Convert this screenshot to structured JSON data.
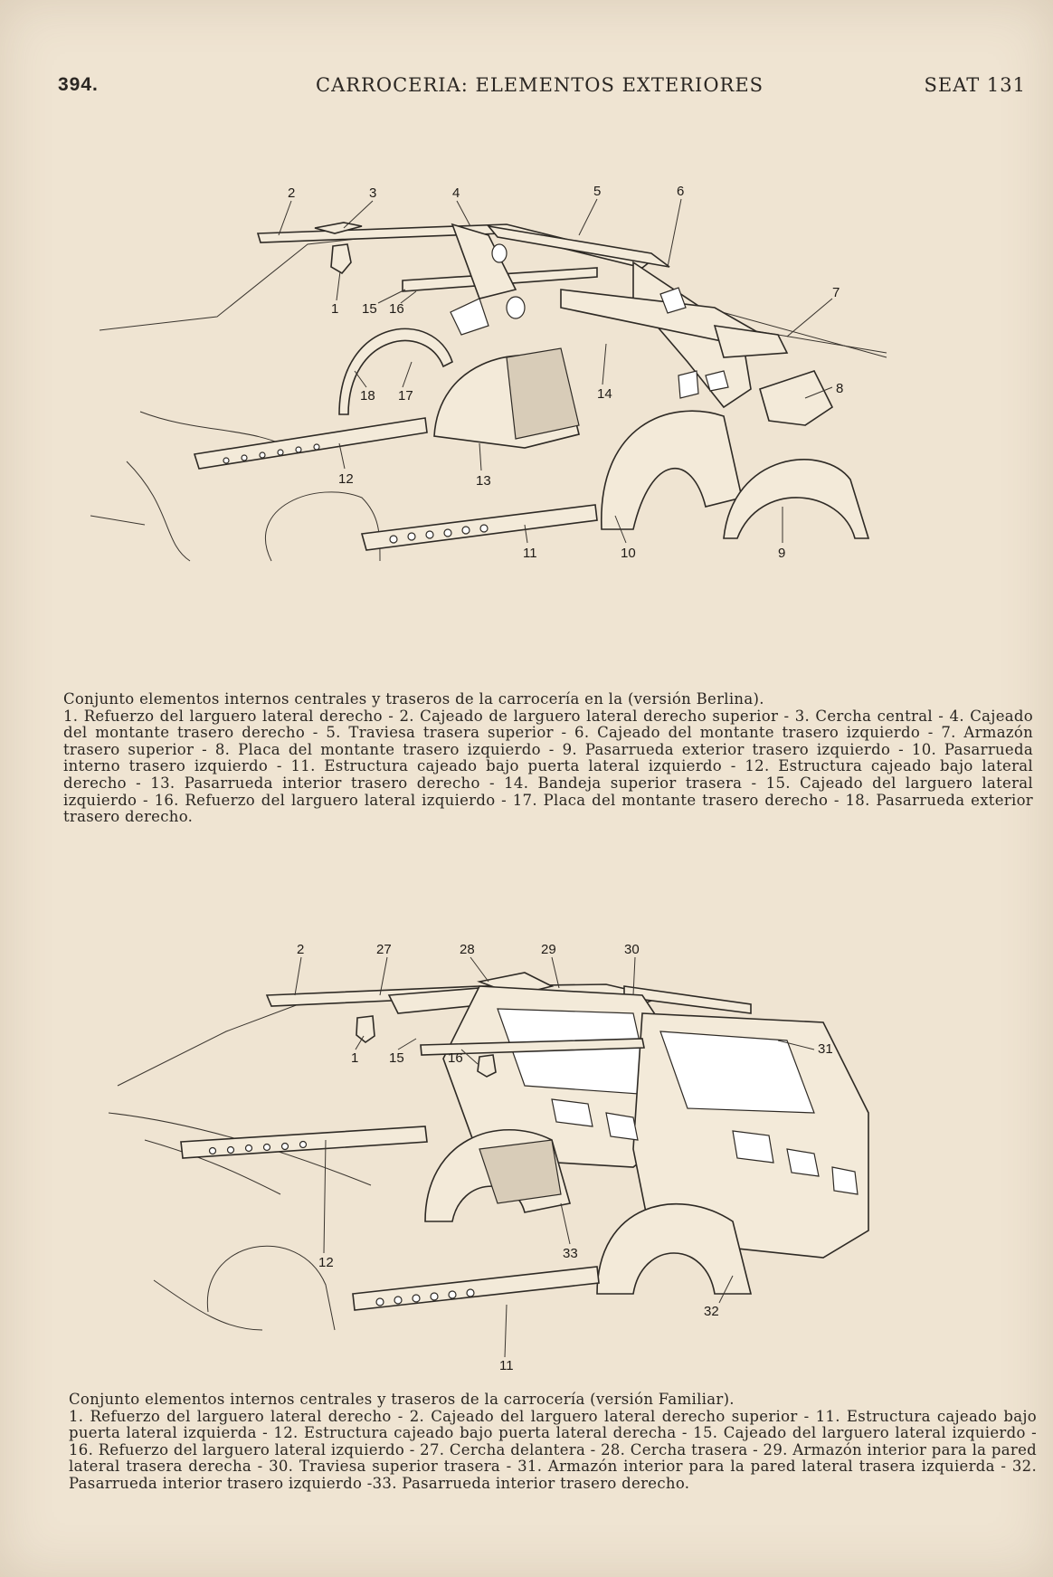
{
  "header": {
    "page_number": "394.",
    "section_title": "CARROCERIA: ELEMENTOS EXTERIORES",
    "model": "SEAT 131"
  },
  "figure_top": {
    "callouts": [
      "2",
      "3",
      "4",
      "5",
      "6",
      "1",
      "15",
      "16",
      "7",
      "18",
      "17",
      "14",
      "8",
      "12",
      "13",
      "11",
      "10",
      "9"
    ]
  },
  "caption_top": {
    "title": "Conjunto elementos internos centrales y traseros de la carrocería en la (versión Berlina).",
    "body": "1. Refuerzo del larguero lateral derecho - 2. Cajeado de larguero lateral derecho superior - 3. Cercha central - 4. Cajeado del montante trasero derecho - 5. Traviesa trasera superior - 6. Cajeado del montante trasero izquierdo - 7. Armazón trasero superior - 8. Placa del montante trasero izquierdo - 9. Pasarrueda exterior trasero izquierdo - 10. Pasarrueda interno trasero izquierdo - 11. Estructura cajeado bajo puerta lateral izquierdo - 12. Estructura cajeado bajo lateral derecho - 13. Pasarrueda interior trasero derecho - 14. Bandeja superior trasera - 15. Cajeado del larguero lateral izquierdo - 16. Refuerzo del larguero lateral izquierdo - 17. Placa del montante trasero derecho - 18. Pasarrueda exterior trasero derecho."
  },
  "figure_bottom": {
    "callouts": [
      "2",
      "27",
      "28",
      "29",
      "30",
      "31",
      "1",
      "15",
      "16",
      "12",
      "33",
      "32",
      "11"
    ]
  },
  "caption_bottom": {
    "title": "Conjunto elementos internos centrales y traseros de la carrocería (versión Familiar).",
    "body": "1. Refuerzo del larguero lateral derecho - 2. Cajeado del larguero lateral derecho superior - 11. Estructura cajeado bajo puerta lateral izquierda - 12. Estructura cajeado bajo puerta lateral derecha - 15. Cajeado del larguero lateral izquierdo - 16. Refuerzo del larguero lateral izquierdo - 27. Cercha delantera - 28. Cercha trasera - 29. Armazón interior para la pared lateral trasera derecha - 30. Traviesa superior trasera - 31. Armazón interior para la pared lateral trasera izquierda - 32. Pasarrueda interior trasero izquierdo -33. Pasarrueda interior trasero derecho."
  }
}
